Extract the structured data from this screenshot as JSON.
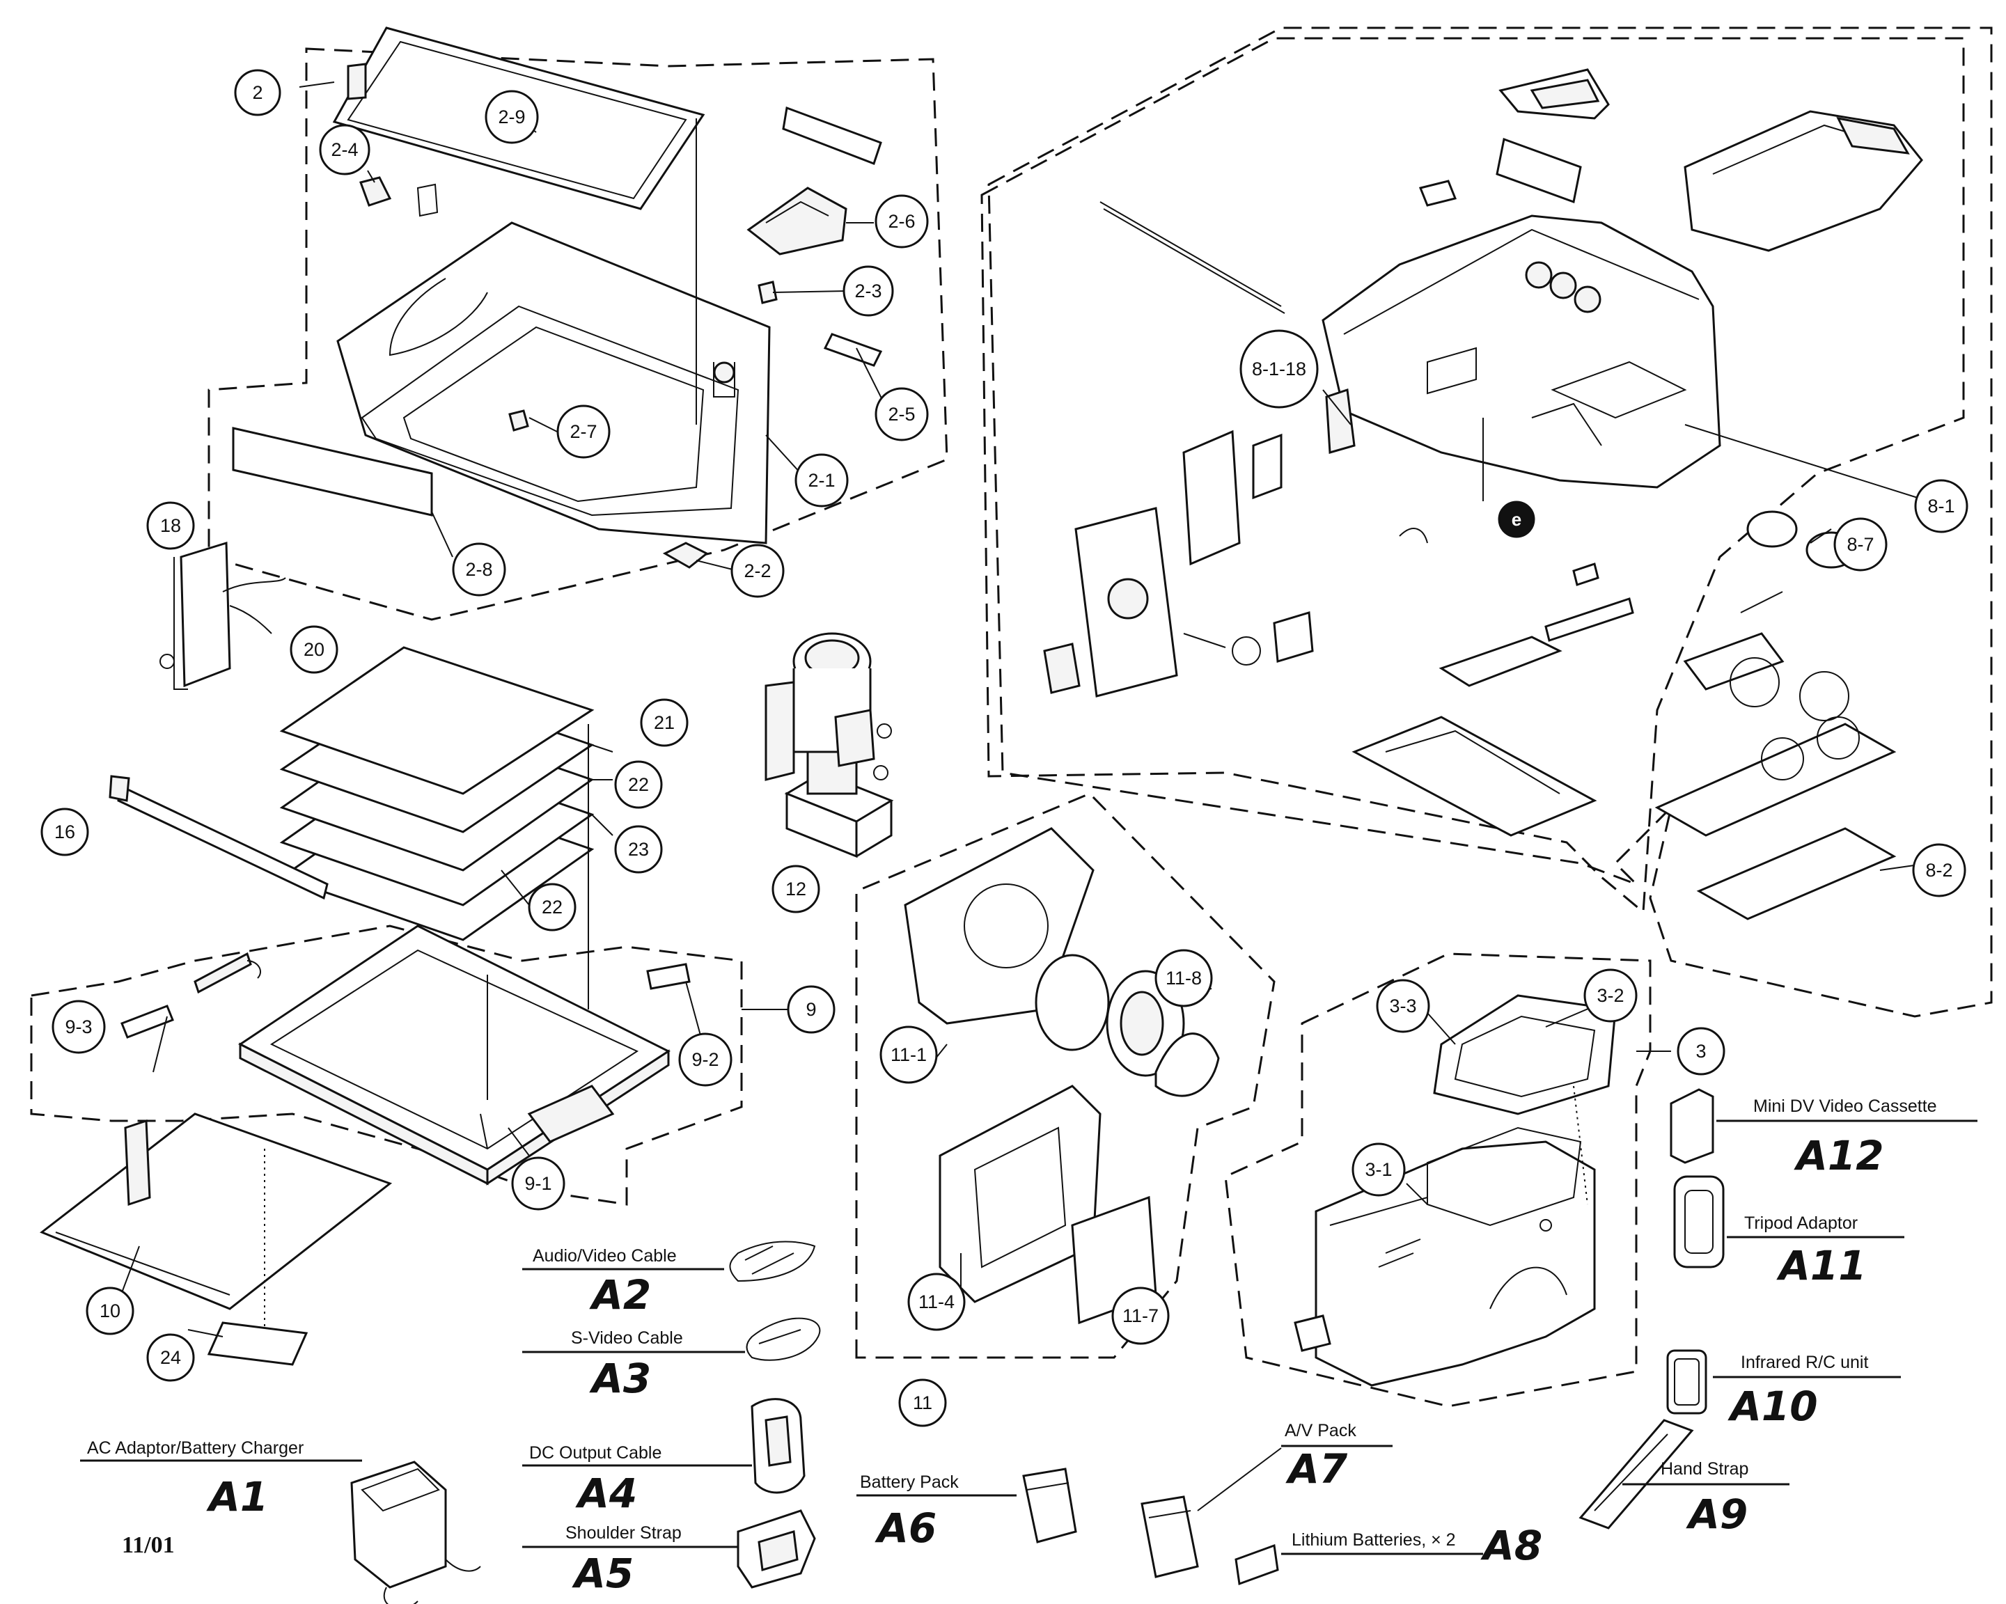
{
  "callouts": {
    "c2": "2",
    "c2_9": "2-9",
    "c2_4": "2-4",
    "c2_6": "2-6",
    "c2_3": "2-3",
    "c2_5": "2-5",
    "c2_7": "2-7",
    "c2_1": "2-1",
    "c2_8": "2-8",
    "c2_2": "2-2",
    "c18": "18",
    "c20": "20",
    "c21": "21",
    "c22a": "22",
    "c23": "23",
    "c22b": "22",
    "c16": "16",
    "c12": "12",
    "c9": "9",
    "c9_3": "9-3",
    "c9_2": "9-2",
    "c9_1": "9-1",
    "c10": "10",
    "c24": "24",
    "c8_1_18": "8-1-18",
    "c8_1": "8-1",
    "c8_7": "8-7",
    "c8_2": "8-2",
    "c11_8": "11-8",
    "c11_1": "11-1",
    "c11_4": "11-4",
    "c11_7": "11-7",
    "c11": "11",
    "c3_2": "3-2",
    "c3_3": "3-3",
    "c3": "3",
    "c3_1": "3-1"
  },
  "screw_mark": "e",
  "accessories": {
    "a1": {
      "label": "AC Adaptor/Battery Charger",
      "code": "A1"
    },
    "a2": {
      "label": "Audio/Video Cable",
      "code": "A2"
    },
    "a3": {
      "label": "S-Video Cable",
      "code": "A3"
    },
    "a4": {
      "label": "DC Output Cable",
      "code": "A4"
    },
    "a5": {
      "label": "Shoulder Strap",
      "code": "A5"
    },
    "a6": {
      "label": "Battery Pack",
      "code": "A6"
    },
    "a7": {
      "label": "A/V Pack",
      "code": "A7"
    },
    "a8": {
      "label": "Lithium Batteries, × 2",
      "code": "A8"
    },
    "a9": {
      "label": "Hand Strap",
      "code": "A9"
    },
    "a10": {
      "label": "Infrared R/C unit",
      "code": "A10"
    },
    "a11": {
      "label": "Tripod Adaptor",
      "code": "A11"
    },
    "a12": {
      "label": "Mini DV Video Cassette",
      "code": "A12"
    }
  },
  "date_code": "11/01"
}
